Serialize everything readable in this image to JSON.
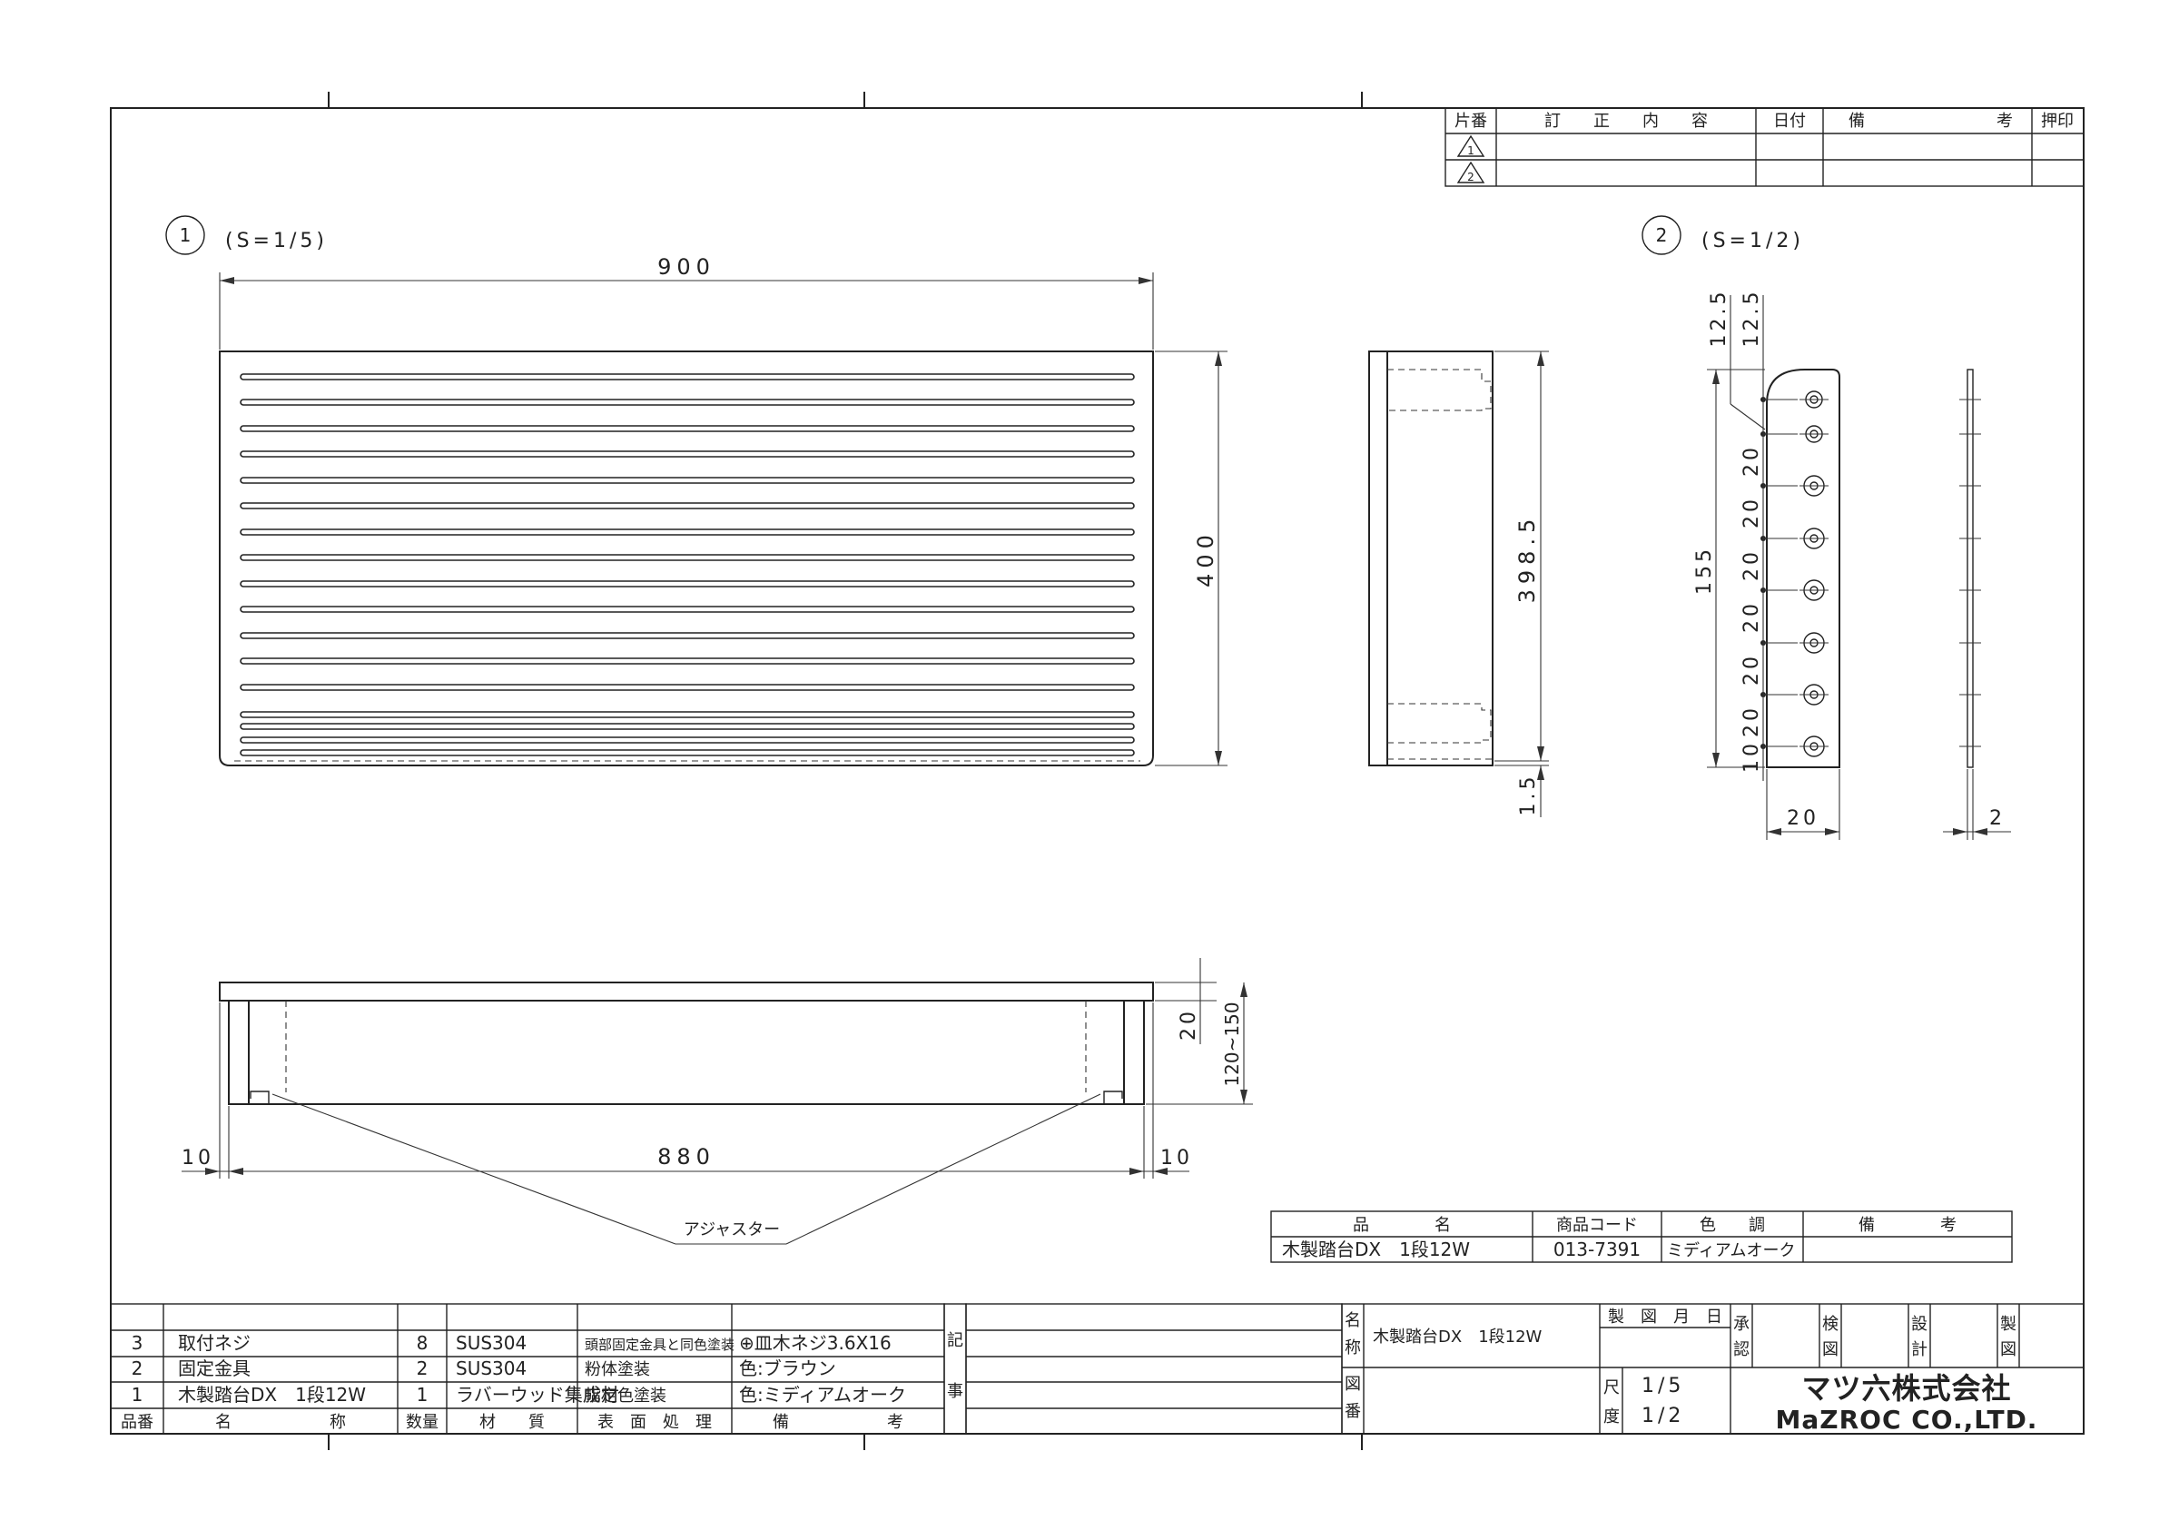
{
  "revision_table": {
    "headers": [
      "片番",
      "訂　　正　　内　　容",
      "日付",
      "備",
      "考",
      "押印"
    ],
    "marks": [
      "1",
      "2"
    ]
  },
  "view1": {
    "number": "1",
    "scale": "(S=1/5)",
    "dim_width": "900",
    "dim_height": "400",
    "dim_side_height": "398.5",
    "dim_side_bottom": "1.5",
    "dim_leg_height": "20",
    "dim_height_range": "120~150",
    "dim_left": "10",
    "dim_inner": "880",
    "dim_right": "10",
    "callout": "アジャスター"
  },
  "view2": {
    "number": "2",
    "scale": "(S=1/2)",
    "dim_top1": "12.5",
    "dim_top2": "12.5",
    "dim_pitches": [
      "20",
      "20",
      "20",
      "20",
      "20",
      "20"
    ],
    "dim_bottom": "10",
    "dim_total": "155",
    "dim_width": "20",
    "dim_thickness": "2"
  },
  "product_table": {
    "headers": [
      "品　　　　名",
      "商品コード",
      "色　　調",
      "備　　　　考"
    ],
    "row": [
      "木製踏台DX　1段12W",
      "013-7391",
      "ミディアムオーク",
      ""
    ]
  },
  "parts_table": {
    "rows": [
      {
        "no": "3",
        "name": "取付ネジ",
        "qty": "8",
        "material": "SUS304",
        "finish": "頭部固定金具と同色塗装",
        "note": "⊕皿木ネジ3.6X16"
      },
      {
        "no": "2",
        "name": "固定金具",
        "qty": "2",
        "material": "SUS304",
        "finish": "粉体塗装",
        "note": "色:ブラウン"
      },
      {
        "no": "1",
        "name": "木製踏台DX　1段12W",
        "qty": "1",
        "material": "ラバーウッド集成材",
        "finish": "指定色塗装",
        "note": "色:ミディアムオーク"
      }
    ],
    "header": {
      "no": "品番",
      "name": "名　　　　　　称",
      "qty": "数量",
      "material": "材　　質",
      "finish": "表　面　処　理",
      "note": "備　　　　　　考"
    }
  },
  "notes_label": [
    "記",
    "事"
  ],
  "title_block": {
    "name_label": [
      "名",
      "称"
    ],
    "name": "木製踏台DX　1段12W",
    "drawing_no_label": [
      "図",
      "番"
    ],
    "date_label": "製　図　月　日",
    "approve_label": [
      "承",
      "認"
    ],
    "check_label": [
      "検",
      "図"
    ],
    "design_label": [
      "設",
      "計"
    ],
    "draft_label": [
      "製",
      "図"
    ],
    "scale_label": [
      "尺",
      "度"
    ],
    "scales": [
      "1/5",
      "1/2"
    ],
    "company_jp": "マツ六株式会社",
    "company_en": "MaZROC CO.,LTD."
  }
}
